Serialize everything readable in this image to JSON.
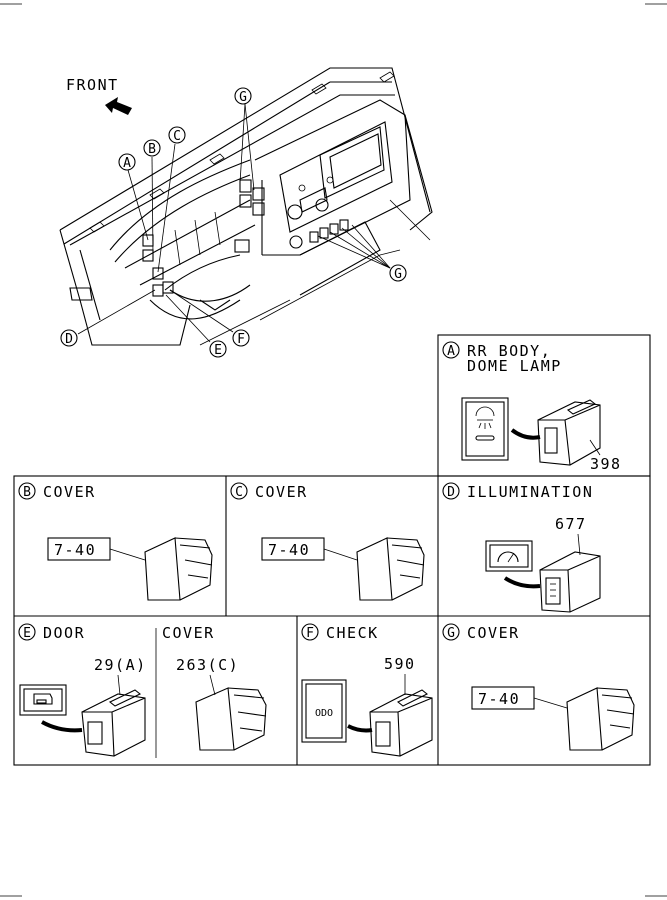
{
  "front_label": "FRONT",
  "overview_callouts": {
    "A": "A",
    "B": "B",
    "C": "C",
    "D": "D",
    "E": "E",
    "F": "F",
    "G_top": "G",
    "G_right": "G"
  },
  "panels": {
    "A": {
      "letter": "A",
      "title_line1": "RR BODY,",
      "title_line2": "DOME LAMP",
      "part_no": "398"
    },
    "B": {
      "letter": "B",
      "title": "COVER",
      "ref": "7-40"
    },
    "C": {
      "letter": "C",
      "title": "COVER",
      "ref": "7-40"
    },
    "D": {
      "letter": "D",
      "title": "ILLUMINATION",
      "part_no": "677"
    },
    "E": {
      "letter": "E",
      "title": "DOOR",
      "part_no": "29(A)",
      "title2": "COVER",
      "part_no2": "263(C)"
    },
    "F": {
      "letter": "F",
      "title": "CHECK",
      "part_no": "590",
      "switch_label": "ODO"
    },
    "G": {
      "letter": "G",
      "title": "COVER",
      "ref": "7-40"
    }
  }
}
